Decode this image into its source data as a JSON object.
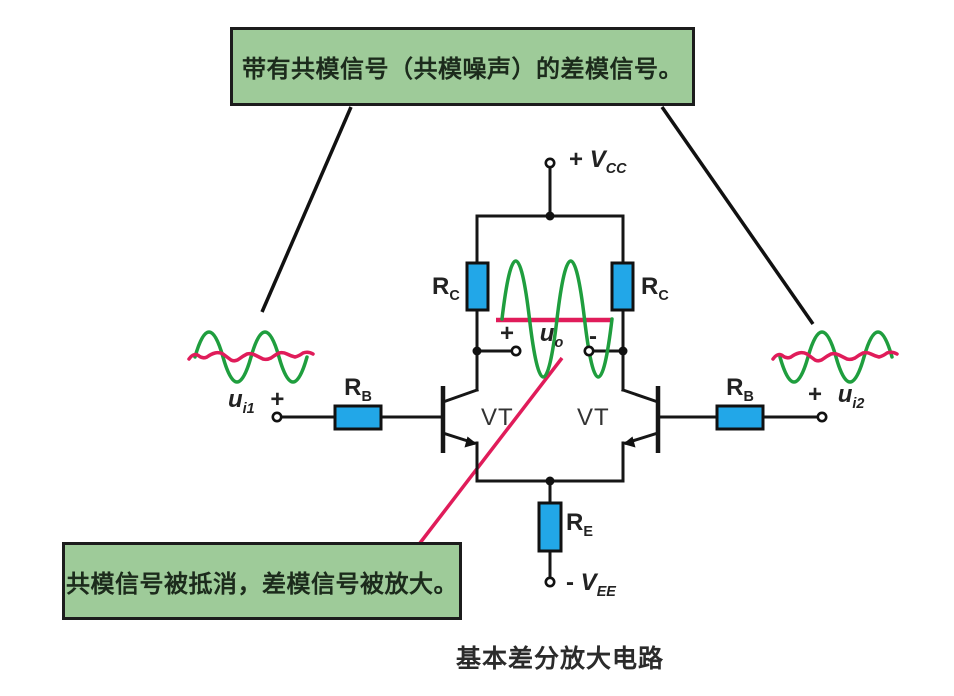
{
  "callout_top": {
    "text": "带有共模信号（共模噪声）的差模信号。"
  },
  "callout_bottom": {
    "text": "共模信号被抵消，差模信号被放大。"
  },
  "caption": "基本差分放大电路",
  "supply": {
    "vcc": {
      "sign": "+ ",
      "base": "V",
      "sub": "CC"
    },
    "vee": {
      "sign": "- ",
      "base": "V",
      "sub": "EE"
    }
  },
  "resistors": {
    "rc_left": {
      "base": "R",
      "sub": "C"
    },
    "rc_right": {
      "base": "R",
      "sub": "C"
    },
    "rb_left": {
      "base": "R",
      "sub": "B"
    },
    "rb_right": {
      "base": "R",
      "sub": "B"
    },
    "re": {
      "base": "R",
      "sub": "E"
    }
  },
  "transistors": {
    "left": "VT",
    "right": "VT"
  },
  "output": {
    "plus": "+",
    "base": "u",
    "sub": "o",
    "minus": "-"
  },
  "inputs": {
    "ui1": {
      "base": "u",
      "sub": "i1",
      "sign": "+"
    },
    "ui2": {
      "sign": "+",
      "base": "u",
      "sub": "i2"
    }
  },
  "colors": {
    "callout-bg": "#9ecb99",
    "callout-border": "#1c1c1c",
    "resistor-blue": "#22a7e8",
    "wave-green": "#1f9e3e",
    "signal-red": "#e01c5a",
    "wire": "#161616"
  }
}
